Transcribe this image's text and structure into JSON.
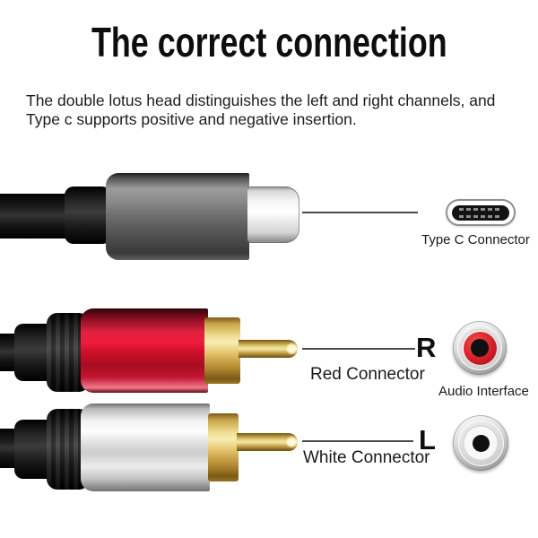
{
  "header": {
    "title": "The correct connection",
    "subtitle_line1": "The double lotus head distinguishes the left and right channels, and",
    "subtitle_line2": "Type c supports positive and negative insertion."
  },
  "diagram": {
    "typec_row": {
      "callout_label": "Type C Connector"
    },
    "red_row": {
      "callout_label": "Red Connector",
      "channel_letter": "R"
    },
    "white_row": {
      "callout_label": "White Connector",
      "channel_letter": "L"
    },
    "audio_interface_label": "Audio Interface",
    "colors": {
      "red_barrel": "#e01732",
      "gold": "#e9cf7c",
      "silver_barrel": "#e6e6e6",
      "gray_barrel": "#707070",
      "jack_red": "#d42029",
      "callout_line": "#4a4a4a",
      "background": "#ffffff",
      "text": "#141414"
    }
  }
}
